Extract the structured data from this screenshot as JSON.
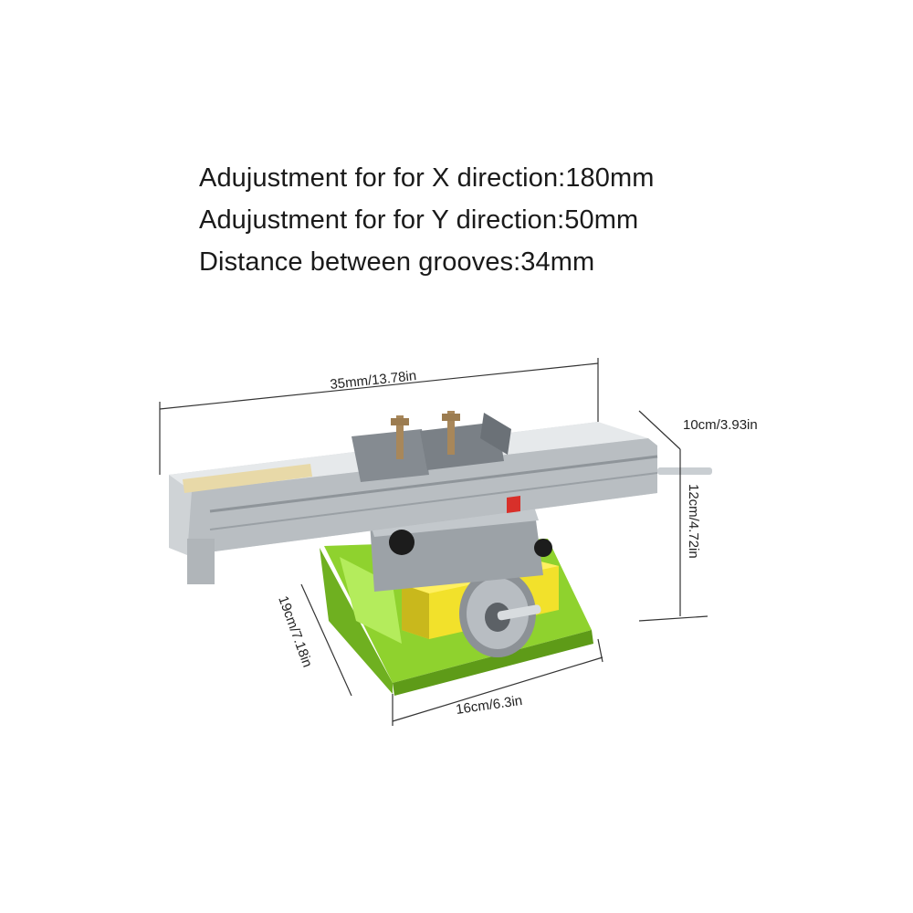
{
  "specs": [
    "Adujustment for for X direction:180mm",
    "Adujustment for for Y direction:50mm",
    "Distance between grooves:34mm"
  ],
  "dimensions": {
    "length": "35mm/13.78in",
    "depth": "10cm/3.93in",
    "height": "12cm/4.72in",
    "base_depth": "19cm/7.18in",
    "base_width": "16cm/6.3in"
  },
  "colors": {
    "base": "#9fe03a",
    "clamp": "#f0e22a",
    "rail": "#c8ccd0",
    "metal_dark": "#6f757b"
  }
}
